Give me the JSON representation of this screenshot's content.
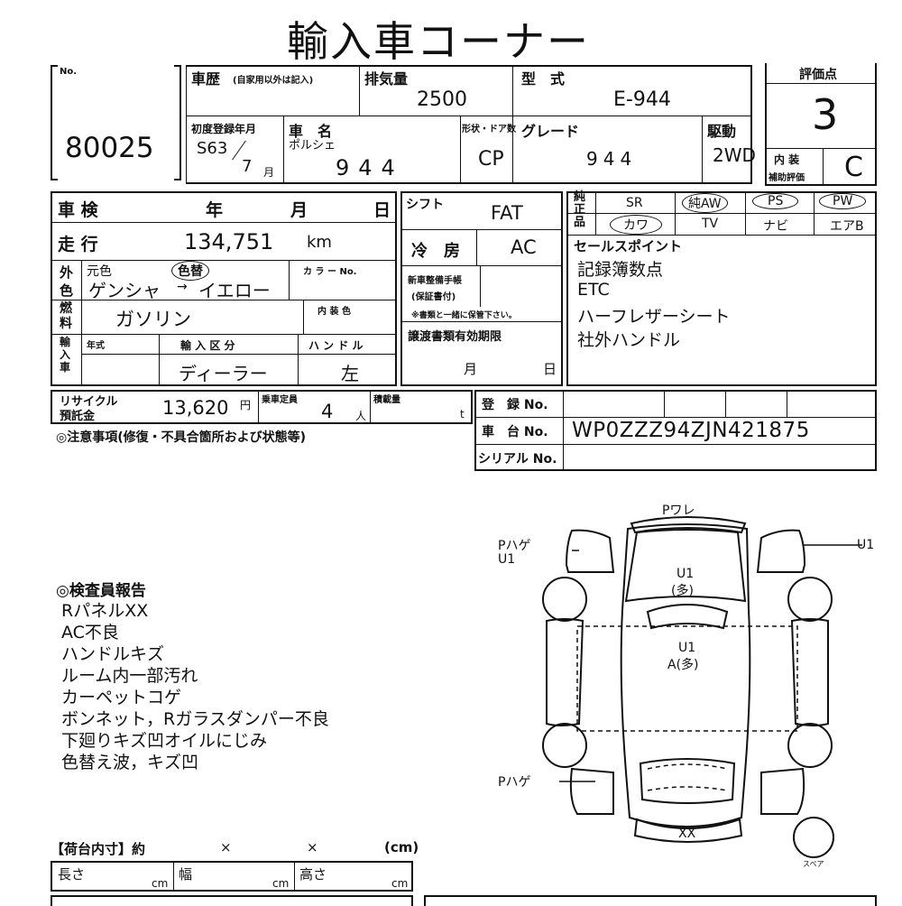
{
  "title": "輸入車コーナー",
  "lot": {
    "no_label": "No.",
    "number": "80025"
  },
  "rating": {
    "label": "評価点",
    "score": "3",
    "interior_label": "内 装",
    "interior_sub": "補助評価",
    "interior_grade": "C"
  },
  "header": {
    "history_label": "車歴",
    "history_note": "(自家用以外は記入)",
    "displacement_label": "排気量",
    "displacement": "2500",
    "model_label": "型　式",
    "model": "E-944",
    "first_reg_label": "初度登録年月",
    "first_reg_year": "S63",
    "first_reg_month": "7",
    "month_unit": "月",
    "name_label": "車　名",
    "maker": "ポルシェ",
    "name": "944",
    "body_label": "形状・ドア数",
    "body": "CP",
    "grade_label": "グレード",
    "grade": "944",
    "drive_label": "駆動",
    "drive": "2WD"
  },
  "inspection": {
    "label": "車 検",
    "year": "年",
    "month": "月",
    "day": "日"
  },
  "mileage": {
    "label": "走 行",
    "value": "134,751",
    "unit": "km"
  },
  "color": {
    "side": "外色",
    "orig_label": "元色",
    "changed": "色替",
    "color_no_label": "カ ラ ー No.",
    "from": "ゲンシャ",
    "arrow": "→",
    "to": "イエロー"
  },
  "fuel": {
    "side": "燃料",
    "value": "ガソリン",
    "interior_color_label": "内 装 色"
  },
  "import": {
    "side": "輸入車",
    "year_label": "年式",
    "type_label": "輸 入 区 分",
    "handle_label": "ハ ン ド ル",
    "type": "ディーラー",
    "handle": "左"
  },
  "recycle": {
    "label": "リサイクル",
    "label2": "預託金",
    "value": "13,620",
    "unit": "円"
  },
  "capacity": {
    "label": "乗車定員",
    "value": "4",
    "unit": "人"
  },
  "load": {
    "label": "積載量",
    "unit": "t"
  },
  "shift": {
    "label": "シフト",
    "value": "FAT"
  },
  "ac": {
    "label": "冷　房",
    "value": "AC"
  },
  "service": {
    "label": "新車整備手帳",
    "label2": "(保証書付)",
    "note": "※書類と一緒に保管下さい。"
  },
  "transfer": {
    "label": "譲渡書類有効期限",
    "month": "月",
    "day": "日"
  },
  "equipment": {
    "side": "純正品",
    "row1": [
      "SR",
      "純AW",
      "PS",
      "PW"
    ],
    "row2": [
      "カワ",
      "TV",
      "ナビ",
      "エアB"
    ]
  },
  "sales": {
    "label": "セールスポイント",
    "items": [
      "記録簿数点",
      "ETC",
      "ハーフレザーシート",
      "社外ハンドル"
    ]
  },
  "registration": {
    "reg_label": "登　録 No.",
    "chassis_label": "車　台 No.",
    "chassis": "WP0ZZZ94ZJN421875",
    "serial_label": "シリアル No."
  },
  "caution": "◎注意事項(修復・不具合箇所および状態等)",
  "inspector": {
    "title": "◎検査員報告",
    "lines": [
      "RパネルXX",
      "AC不良",
      "ハンドルキズ",
      "ルーム内一部汚れ",
      "カーペットコゲ",
      "ボンネット，Rガラスダンパー不良",
      "下廻りキズ凹オイルにじみ",
      "色替え波，キズ凹"
    ]
  },
  "diagram": {
    "top": "Pワレ",
    "left1": "Pハゲ",
    "left2": "U1",
    "right": "U1",
    "hood1": "U1",
    "hood2": "(多)",
    "roof1": "U1",
    "roof2": "A(多)",
    "rear_left": "Pハゲ",
    "rear": "XX",
    "spare": "スペア"
  },
  "cargo": {
    "label": "【荷台内寸】約",
    "x1": "×",
    "x2": "×",
    "unit": "(cm)",
    "length": "長さ",
    "width": "幅",
    "height": "高さ",
    "cm": "cm"
  }
}
